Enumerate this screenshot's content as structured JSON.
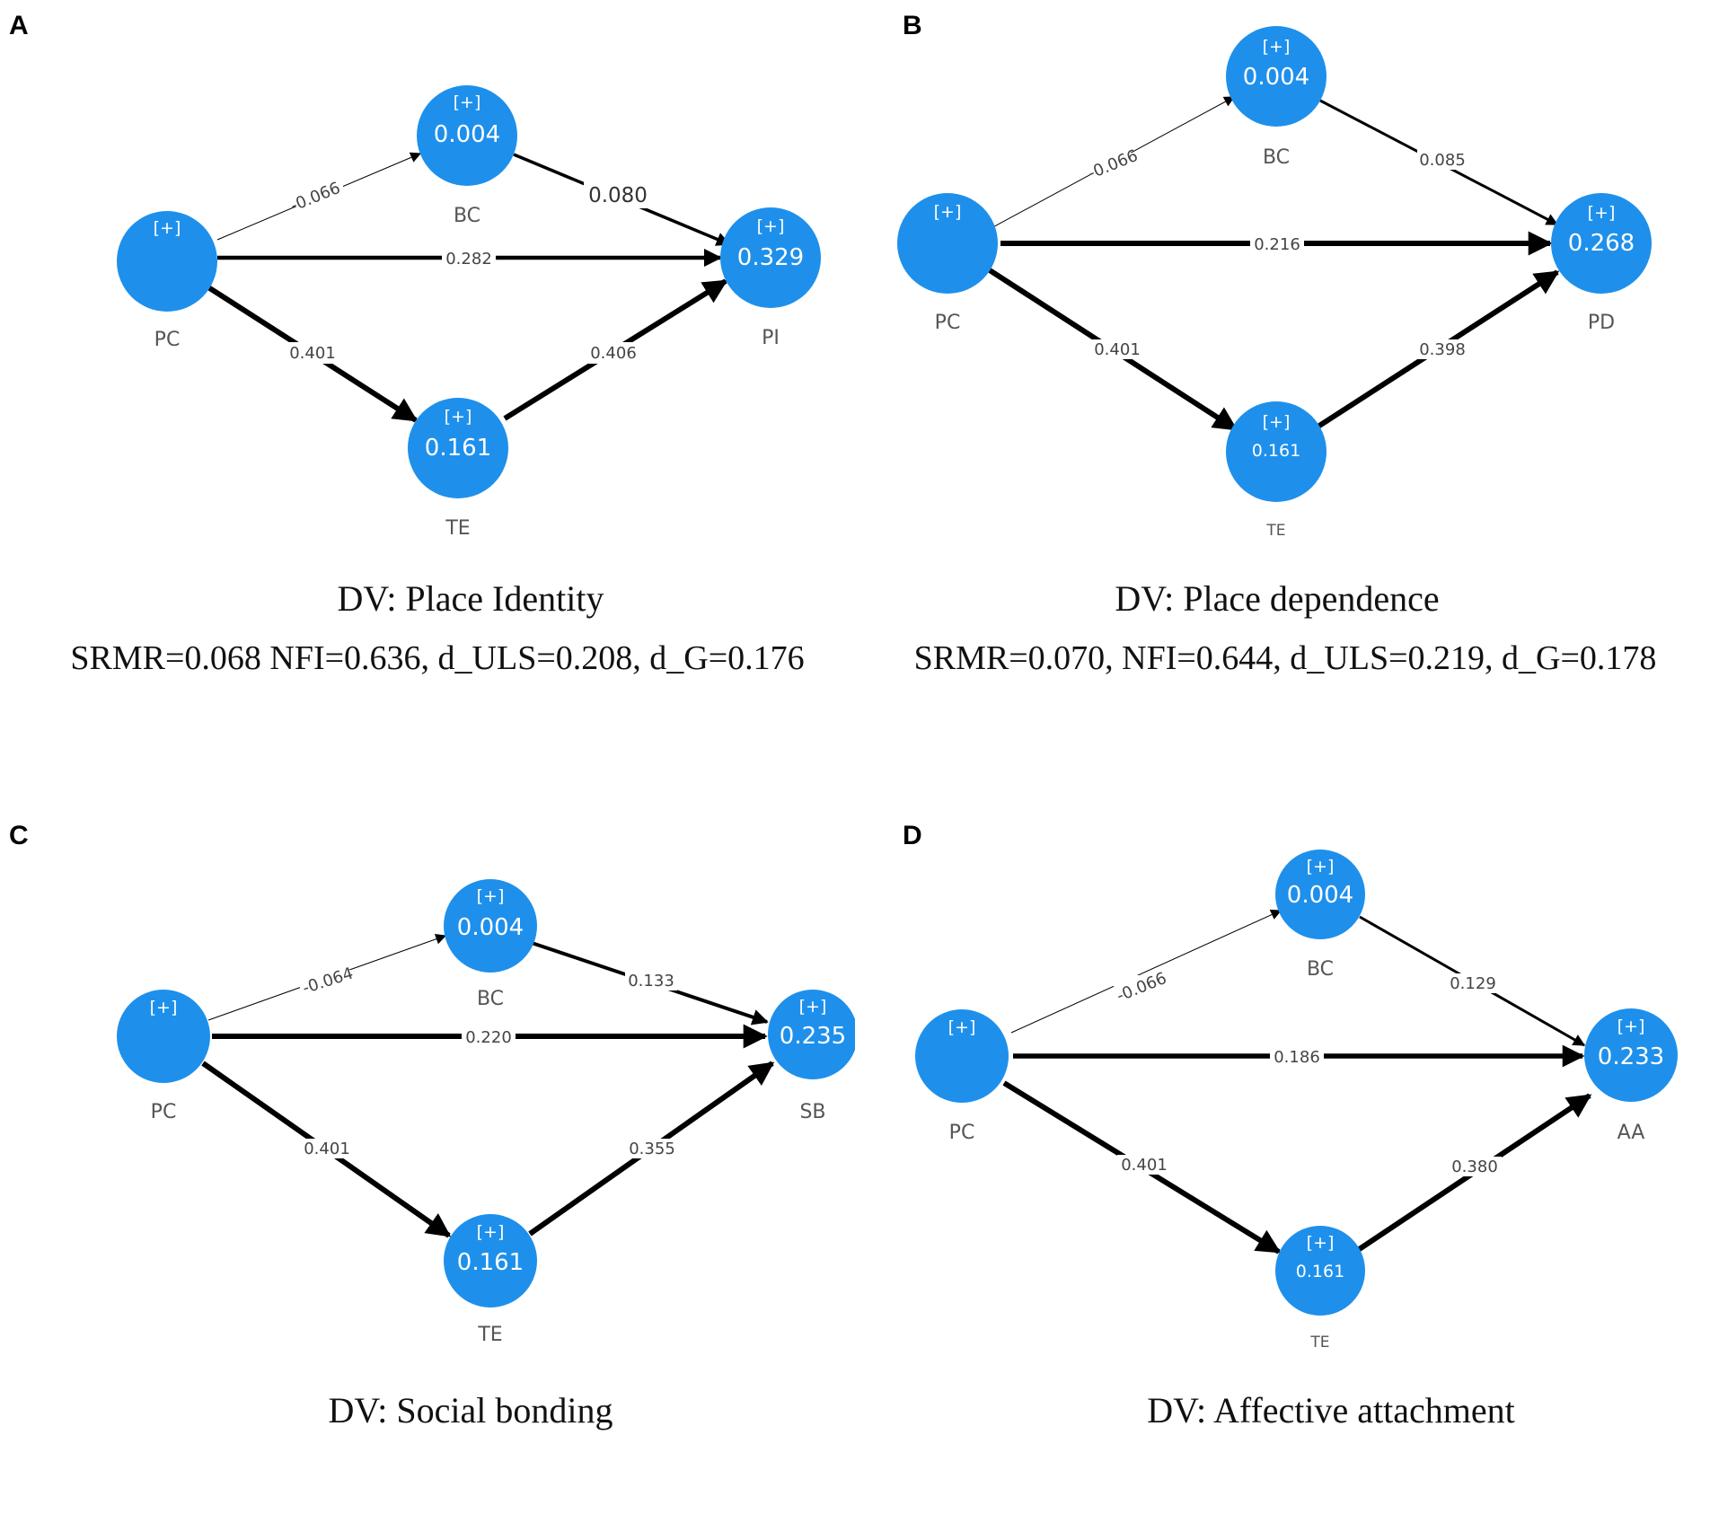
{
  "panels": {
    "a": {
      "letter": "A",
      "nodes": {
        "pc": {
          "plus": "[+]",
          "value": "",
          "label": "PC"
        },
        "bc": {
          "plus": "[+]",
          "value": "0.004",
          "label": "BC"
        },
        "te": {
          "plus": "[+]",
          "value": "0.161",
          "label": "TE"
        },
        "dv": {
          "plus": "[+]",
          "value": "0.329",
          "label": "PI"
        }
      },
      "paths": {
        "pc_bc": "-0.066",
        "bc_dv": "0.080",
        "pc_dv": "0.282",
        "pc_te": "0.401",
        "te_dv": "0.406"
      },
      "dv_caption": "DV: Place Identity",
      "fit_caption": "SRMR=0.068 NFI=0.636, d_ULS=0.208, d_G=0.176"
    },
    "b": {
      "letter": "B",
      "nodes": {
        "pc": {
          "plus": "[+]",
          "value": "",
          "label": "PC"
        },
        "bc": {
          "plus": "[+]",
          "value": "0.004",
          "label": "BC"
        },
        "te": {
          "plus": "[+]",
          "value": "0.161",
          "label": "TE"
        },
        "dv": {
          "plus": "[+]",
          "value": "0.268",
          "label": "PD"
        }
      },
      "paths": {
        "pc_bc": "-0.066",
        "bc_dv": "0.085",
        "pc_dv": "0.216",
        "pc_te": "0.401",
        "te_dv": "0.398"
      },
      "dv_caption": "DV: Place dependence",
      "fit_caption": "SRMR=0.070, NFI=0.644, d_ULS=0.219, d_G=0.178"
    },
    "c": {
      "letter": "C",
      "nodes": {
        "pc": {
          "plus": "[+]",
          "value": "",
          "label": "PC"
        },
        "bc": {
          "plus": "[+]",
          "value": "0.004",
          "label": "BC"
        },
        "te": {
          "plus": "[+]",
          "value": "0.161",
          "label": "TE"
        },
        "dv": {
          "plus": "[+]",
          "value": "0.235",
          "label": "SB"
        }
      },
      "paths": {
        "pc_bc": "-0.064",
        "bc_dv": "0.133",
        "pc_dv": "0.220",
        "pc_te": "0.401",
        "te_dv": "0.355"
      },
      "dv_caption": "DV: Social bonding"
    },
    "d": {
      "letter": "D",
      "nodes": {
        "pc": {
          "plus": "[+]",
          "value": "",
          "label": "PC"
        },
        "bc": {
          "plus": "[+]",
          "value": "0.004",
          "label": "BC"
        },
        "te": {
          "plus": "[+]",
          "value": "0.161",
          "label": "TE"
        },
        "dv": {
          "plus": "[+]",
          "value": "0.233",
          "label": "AA"
        }
      },
      "paths": {
        "pc_bc": "-0.066",
        "bc_dv": "0.129",
        "pc_dv": "0.186",
        "pc_te": "0.401",
        "te_dv": "0.380"
      },
      "dv_caption": "DV: Affective attachment"
    }
  }
}
